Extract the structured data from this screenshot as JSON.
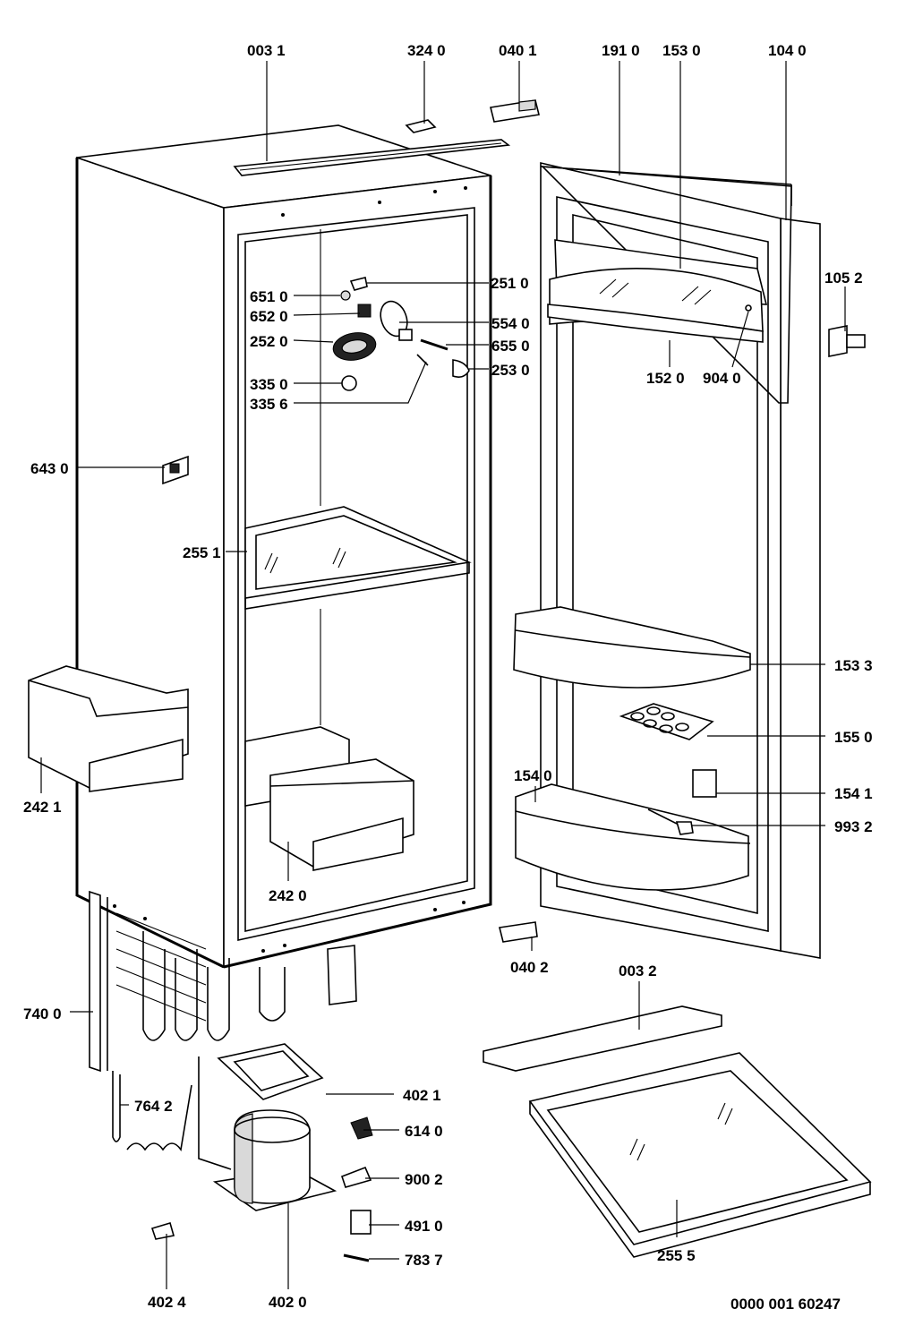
{
  "document_id": "0000 001 60247",
  "labels": {
    "p0031": "003 1",
    "p3240": "324 0",
    "p0401": "040 1",
    "p1910": "191 0",
    "p1530": "153 0",
    "p1040": "104 0",
    "p2510": "251 0",
    "p6510": "651 0",
    "p6520": "652 0",
    "p5540": "554 0",
    "p2520": "252 0",
    "p6550": "655 0",
    "p2530": "253 0",
    "p3350": "335 0",
    "p3356": "335 6",
    "p1052": "105 2",
    "p1520": "152 0",
    "p9040": "904 0",
    "p6430": "643 0",
    "p2551": "255 1",
    "p1533": "153 3",
    "p1550": "155 0",
    "p1540": "154 0",
    "p1541": "154 1",
    "p9932": "993 2",
    "p2421": "242 1",
    "p2420": "242 0",
    "p0402": "040 2",
    "p0032": "003 2",
    "p7400": "740 0",
    "p4021": "402 1",
    "p7642": "764 2",
    "p6140": "614 0",
    "p9002": "900 2",
    "p4910": "491 0",
    "p7837": "783 7",
    "p2555": "255 5",
    "p4024": "402 4",
    "p4020": "402 0"
  }
}
